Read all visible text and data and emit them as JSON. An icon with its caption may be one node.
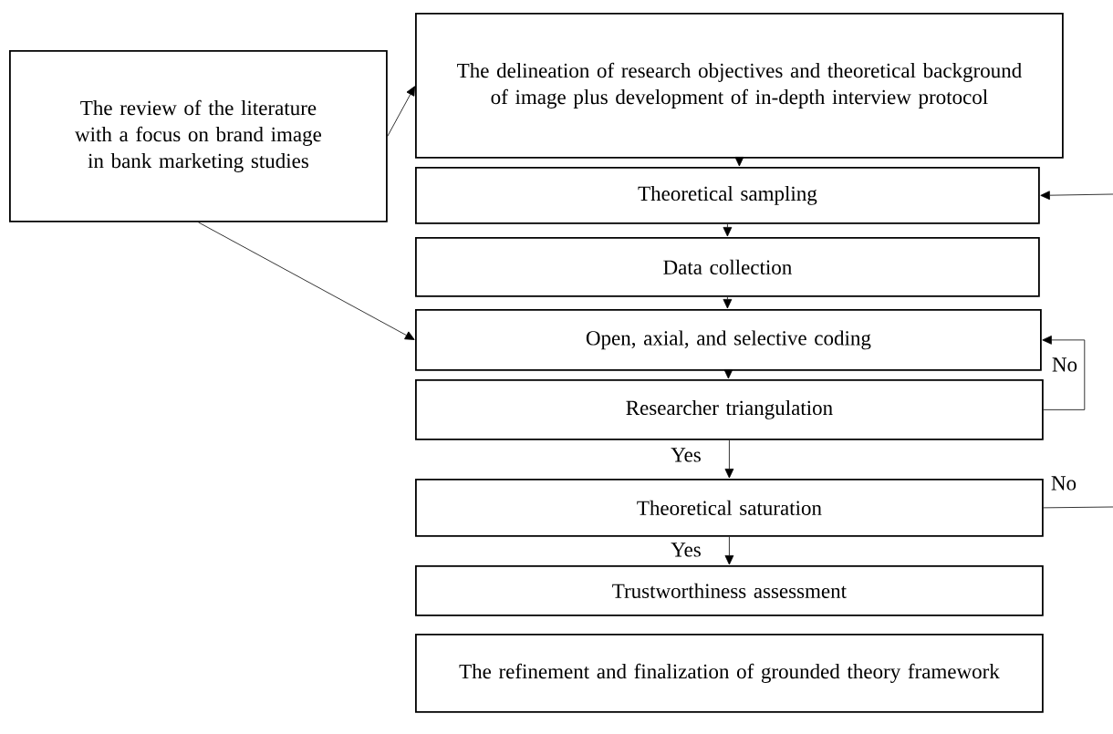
{
  "diagram": {
    "nodes": [
      {
        "text": [
          "The review of the literature with a focus on brand image in bank marketing studies"
        ]
      },
      {
        "text": [
          "The delineation of research objectives and theoretical background of image plus development of in-depth interview protocol"
        ]
      },
      {
        "text": [
          "Theoretical sampling"
        ]
      },
      {
        "text": [
          "Data collection"
        ]
      },
      {
        "text": [
          "Open, axial, and selective coding"
        ]
      },
      {
        "text": [
          "Researcher triangulation"
        ]
      },
      {
        "text": [
          "Theoretical saturation"
        ]
      },
      {
        "text": [
          "Trustworthiness assessment"
        ]
      },
      {
        "text": [
          "The refinement and finalization of grounded theory framework"
        ]
      }
    ],
    "edges": [
      {
        "from": 0,
        "to": 1,
        "arrow": "to"
      },
      {
        "from": 0,
        "to": 4,
        "arrow": "to"
      },
      {
        "from": 1,
        "to": 2,
        "arrow": "to"
      },
      {
        "from": 2,
        "to": 3,
        "arrow": "to"
      },
      {
        "from": 3,
        "to": 4,
        "arrow": "to"
      },
      {
        "from": 4,
        "to": 5,
        "arrow": "to"
      },
      {
        "from": 5,
        "to": 4,
        "arrow": "to",
        "label": "No"
      },
      {
        "from": 5,
        "to": 6,
        "arrow": "to",
        "label": "Yes"
      },
      {
        "from": 6,
        "to": 7,
        "arrow": "to",
        "label": "Yes"
      },
      {
        "from": 6,
        "to": null,
        "arrow": "none",
        "label": "No"
      },
      {
        "from": null,
        "to": 2,
        "arrow": "to"
      }
    ]
  }
}
